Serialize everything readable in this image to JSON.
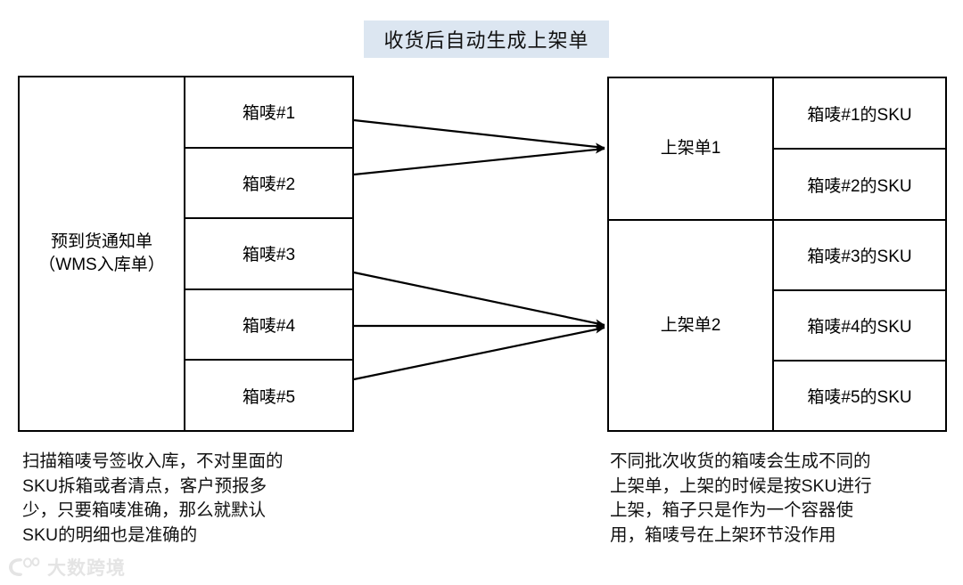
{
  "banner": {
    "text": "收货后自动生成上架单",
    "background_color": "#dce6f1"
  },
  "left_table": {
    "label": "预到货通知单\n（WMS入库单）",
    "rows": [
      {
        "label": "箱唛#1"
      },
      {
        "label": "箱唛#2"
      },
      {
        "label": "箱唛#3"
      },
      {
        "label": "箱唛#4"
      },
      {
        "label": "箱唛#5"
      }
    ]
  },
  "right_table": {
    "groups": [
      {
        "label": "上架单1",
        "rows": [
          {
            "label": "箱唛#1的SKU"
          },
          {
            "label": "箱唛#2的SKU"
          }
        ]
      },
      {
        "label": "上架单2",
        "rows": [
          {
            "label": "箱唛#3的SKU"
          },
          {
            "label": "箱唛#4的SKU"
          },
          {
            "label": "箱唛#5的SKU"
          }
        ]
      }
    ]
  },
  "connections": [
    {
      "from": "箱唛#1",
      "to": "上架单1"
    },
    {
      "from": "箱唛#2",
      "to": "上架单1"
    },
    {
      "from": "箱唛#3",
      "to": "上架单2"
    },
    {
      "from": "箱唛#4",
      "to": "上架单2"
    },
    {
      "from": "箱唛#5",
      "to": "上架单2"
    }
  ],
  "captions": {
    "left": "扫描箱唛号签收入库，不对里面的\nSKU拆箱或者清点，客户预报多\n少，只要箱唛准确，那么就默认\nSKU的明细也是准确的",
    "right": "不同批次收货的箱唛会生成不同的\n上架单，上架的时候是按SKU进行\n上架，箱子只是作为一个容器使\n用，箱唛号在上架环节没作用"
  },
  "watermark": {
    "text": "大数跨境"
  },
  "colors": {
    "stroke": "#000000",
    "banner": "#dce6f1",
    "background": "#ffffff"
  }
}
